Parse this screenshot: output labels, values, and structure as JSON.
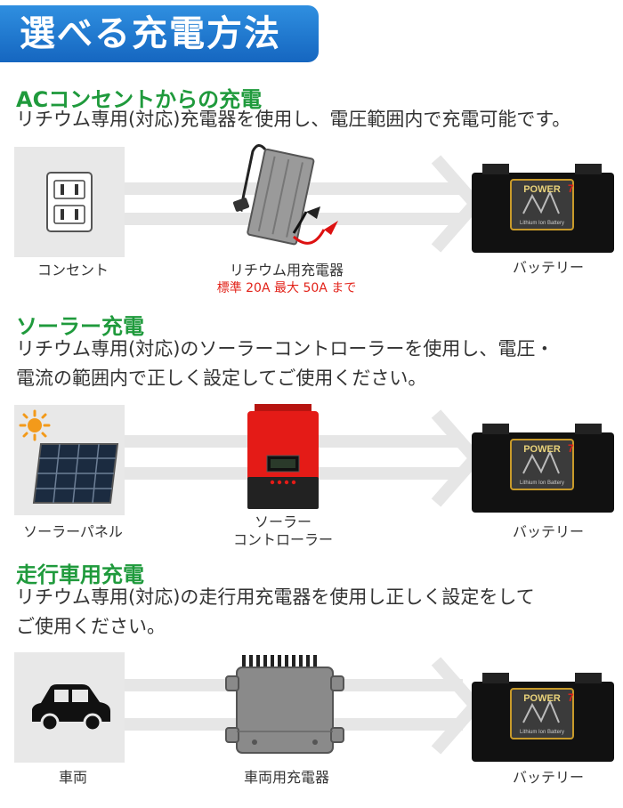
{
  "header": {
    "title": "選べる充電方法"
  },
  "sections": [
    {
      "title": "ACコンセントからの充電",
      "description": "リチウム専用(対応)充電器を使用し、電圧範囲内で充電可能です。",
      "source_label": "コンセント",
      "device_label": "リチウム用充電器",
      "device_note": "標準 20A 最大 50A まで",
      "battery_label": "バッテリー"
    },
    {
      "title": "ソーラー充電",
      "description_lines": [
        "リチウム専用(対応)のソーラーコントローラーを使用し、電圧・",
        "電流の範囲内で正しく設定してご使用ください。"
      ],
      "source_label": "ソーラーパネル",
      "device_label_lines": [
        "ソーラー",
        "コントローラー"
      ],
      "battery_label": "バッテリー"
    },
    {
      "title": "走行車用充電",
      "description_lines": [
        "リチウム専用(対応)の走行用充電器を使用し正しく設定をして",
        "ご使用ください。"
      ],
      "source_label": "車両",
      "device_label": "車両用充電器",
      "battery_label": "バッテリー"
    }
  ],
  "battery": {
    "brand": "POWER",
    "brand_mark": "7",
    "subtitle": "Lithium Ion Battery"
  },
  "colors": {
    "banner": "#1a6fcb",
    "section_title": "#1f9a3c",
    "note_red": "#e2231a",
    "arrow_gray": "#e6e6e6",
    "controller_red": "#e41b17"
  }
}
